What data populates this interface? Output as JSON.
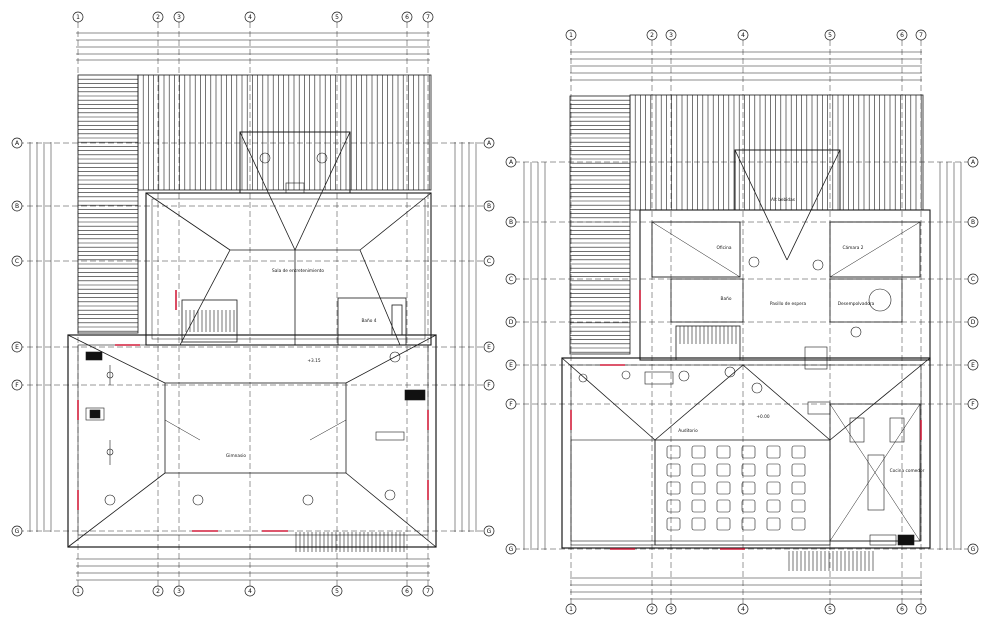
{
  "plans": [
    {
      "grid_top": [
        "1",
        "2",
        "3",
        "4",
        "5",
        "6",
        "7"
      ],
      "grid_bottom": [
        "1",
        "2",
        "3",
        "4",
        "5",
        "6",
        "7"
      ],
      "grid_left": [
        "A",
        "B",
        "C",
        "E",
        "F",
        "G"
      ],
      "grid_right": [
        "A",
        "B",
        "C",
        "E",
        "F",
        "G"
      ],
      "rooms": [
        "Sala de entretenimiento",
        "Baño 4",
        "Gimnasio"
      ],
      "level": "+3.15"
    },
    {
      "grid_top": [
        "1",
        "2",
        "3",
        "4",
        "5",
        "6",
        "7"
      ],
      "grid_bottom": [
        "1",
        "2",
        "3",
        "4",
        "5",
        "6",
        "7"
      ],
      "grid_left": [
        "A",
        "B",
        "C",
        "D",
        "E",
        "F",
        "G"
      ],
      "grid_right": [
        "A",
        "B",
        "C",
        "D",
        "E",
        "F",
        "G"
      ],
      "rooms": [
        "Alt bebidas",
        "Oficina",
        "Cámara 2",
        "Baño",
        "Pasillo de espera",
        "Desempolvadora",
        "Auditorio",
        "Cocina comedor"
      ],
      "level": "+0.00"
    }
  ],
  "colors": {
    "line": "#1a1a1a",
    "accent": "#d21f3c",
    "fill_dark": "#111111"
  }
}
